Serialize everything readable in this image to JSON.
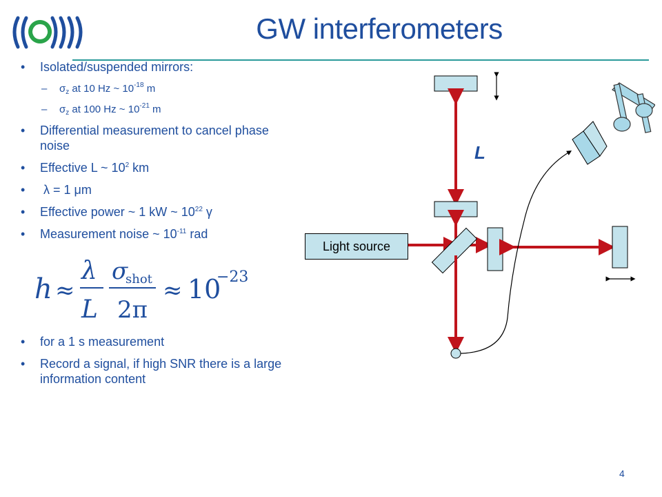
{
  "title": "GW interferometers",
  "bullets": [
    "Isolated/suspended mirrors:",
    "Differential measurement to cancel phase noise",
    "Effective L ~ 10",
    "λ = 1 μm",
    "Effective power ~ 1 kW ~ 10",
    "Measurement noise ~ 10"
  ],
  "sub_bullets": [
    {
      "sigma": "σ",
      "z": "z",
      "text": " at 10 Hz ~ 10",
      "exp": "-18",
      "unit": " m"
    },
    {
      "sigma": "σ",
      "z": "z",
      "text": " at 100 Hz ~ 10",
      "exp": "-21",
      "unit": " m"
    }
  ],
  "exponents": {
    "L": "2",
    "L_unit": " km",
    "power": "22",
    "power_unit": " γ",
    "noise": "-11",
    "noise_unit": " rad"
  },
  "formula": {
    "h": "h",
    "approx1": "≈",
    "lambda": "λ",
    "L": "L",
    "sigma": "σ",
    "shot": "shot",
    "two_pi": "2π",
    "approx2": "≈",
    "ten": "10",
    "exp": "−23"
  },
  "bullets_after": [
    "for a 1 s measurement",
    "Record a signal, if high SNR there is a large information content"
  ],
  "diagram": {
    "arm_label": "L",
    "light_source": "Light source",
    "colors": {
      "beam": "#c0141c",
      "mirror_fill": "#c3e3ec",
      "arm_label": "#1f4e9e",
      "note": "#a8d8e8"
    }
  },
  "page_number": "4"
}
